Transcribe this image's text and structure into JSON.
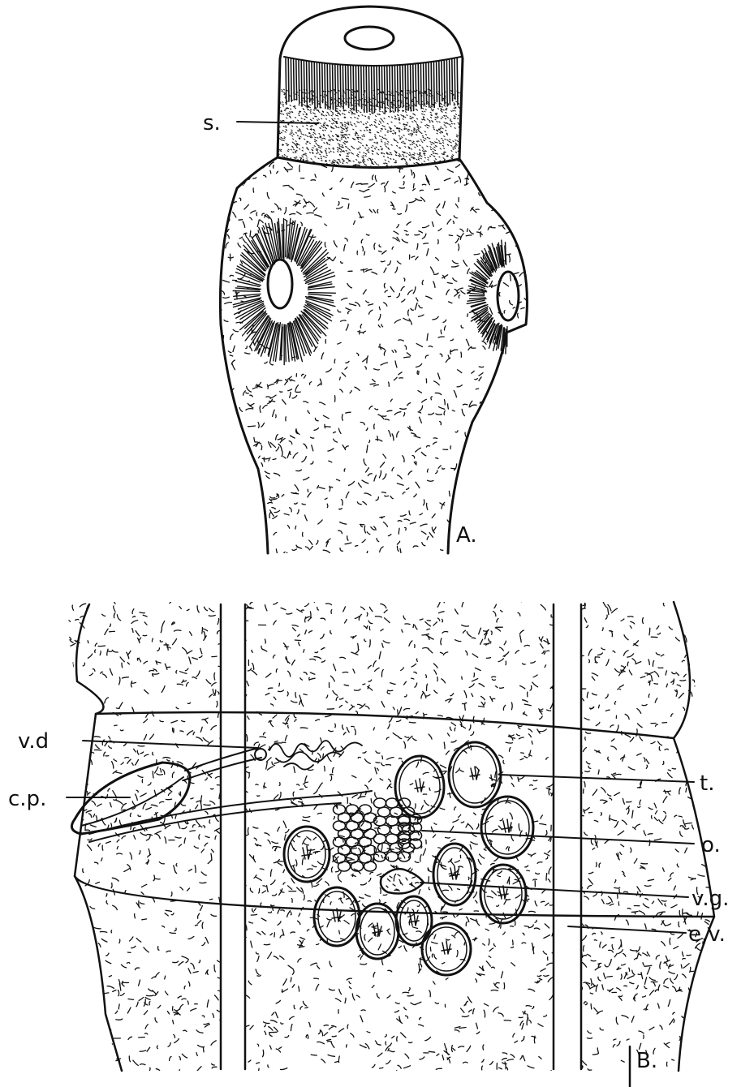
{
  "figure": {
    "panel_a": {
      "panel_label": "A.",
      "labels": {
        "scolex": "s."
      }
    },
    "panel_b": {
      "panel_label": "B.",
      "labels": {
        "vas_deferens": "v.d",
        "cirrus_pouch": "c.p.",
        "testes": "t.",
        "ovary": "o.",
        "vitelline_gland": "v.g.",
        "excretory_vessel": "e.v."
      }
    },
    "colors": {
      "ink": "#111111",
      "paper": "#ffffff"
    }
  }
}
